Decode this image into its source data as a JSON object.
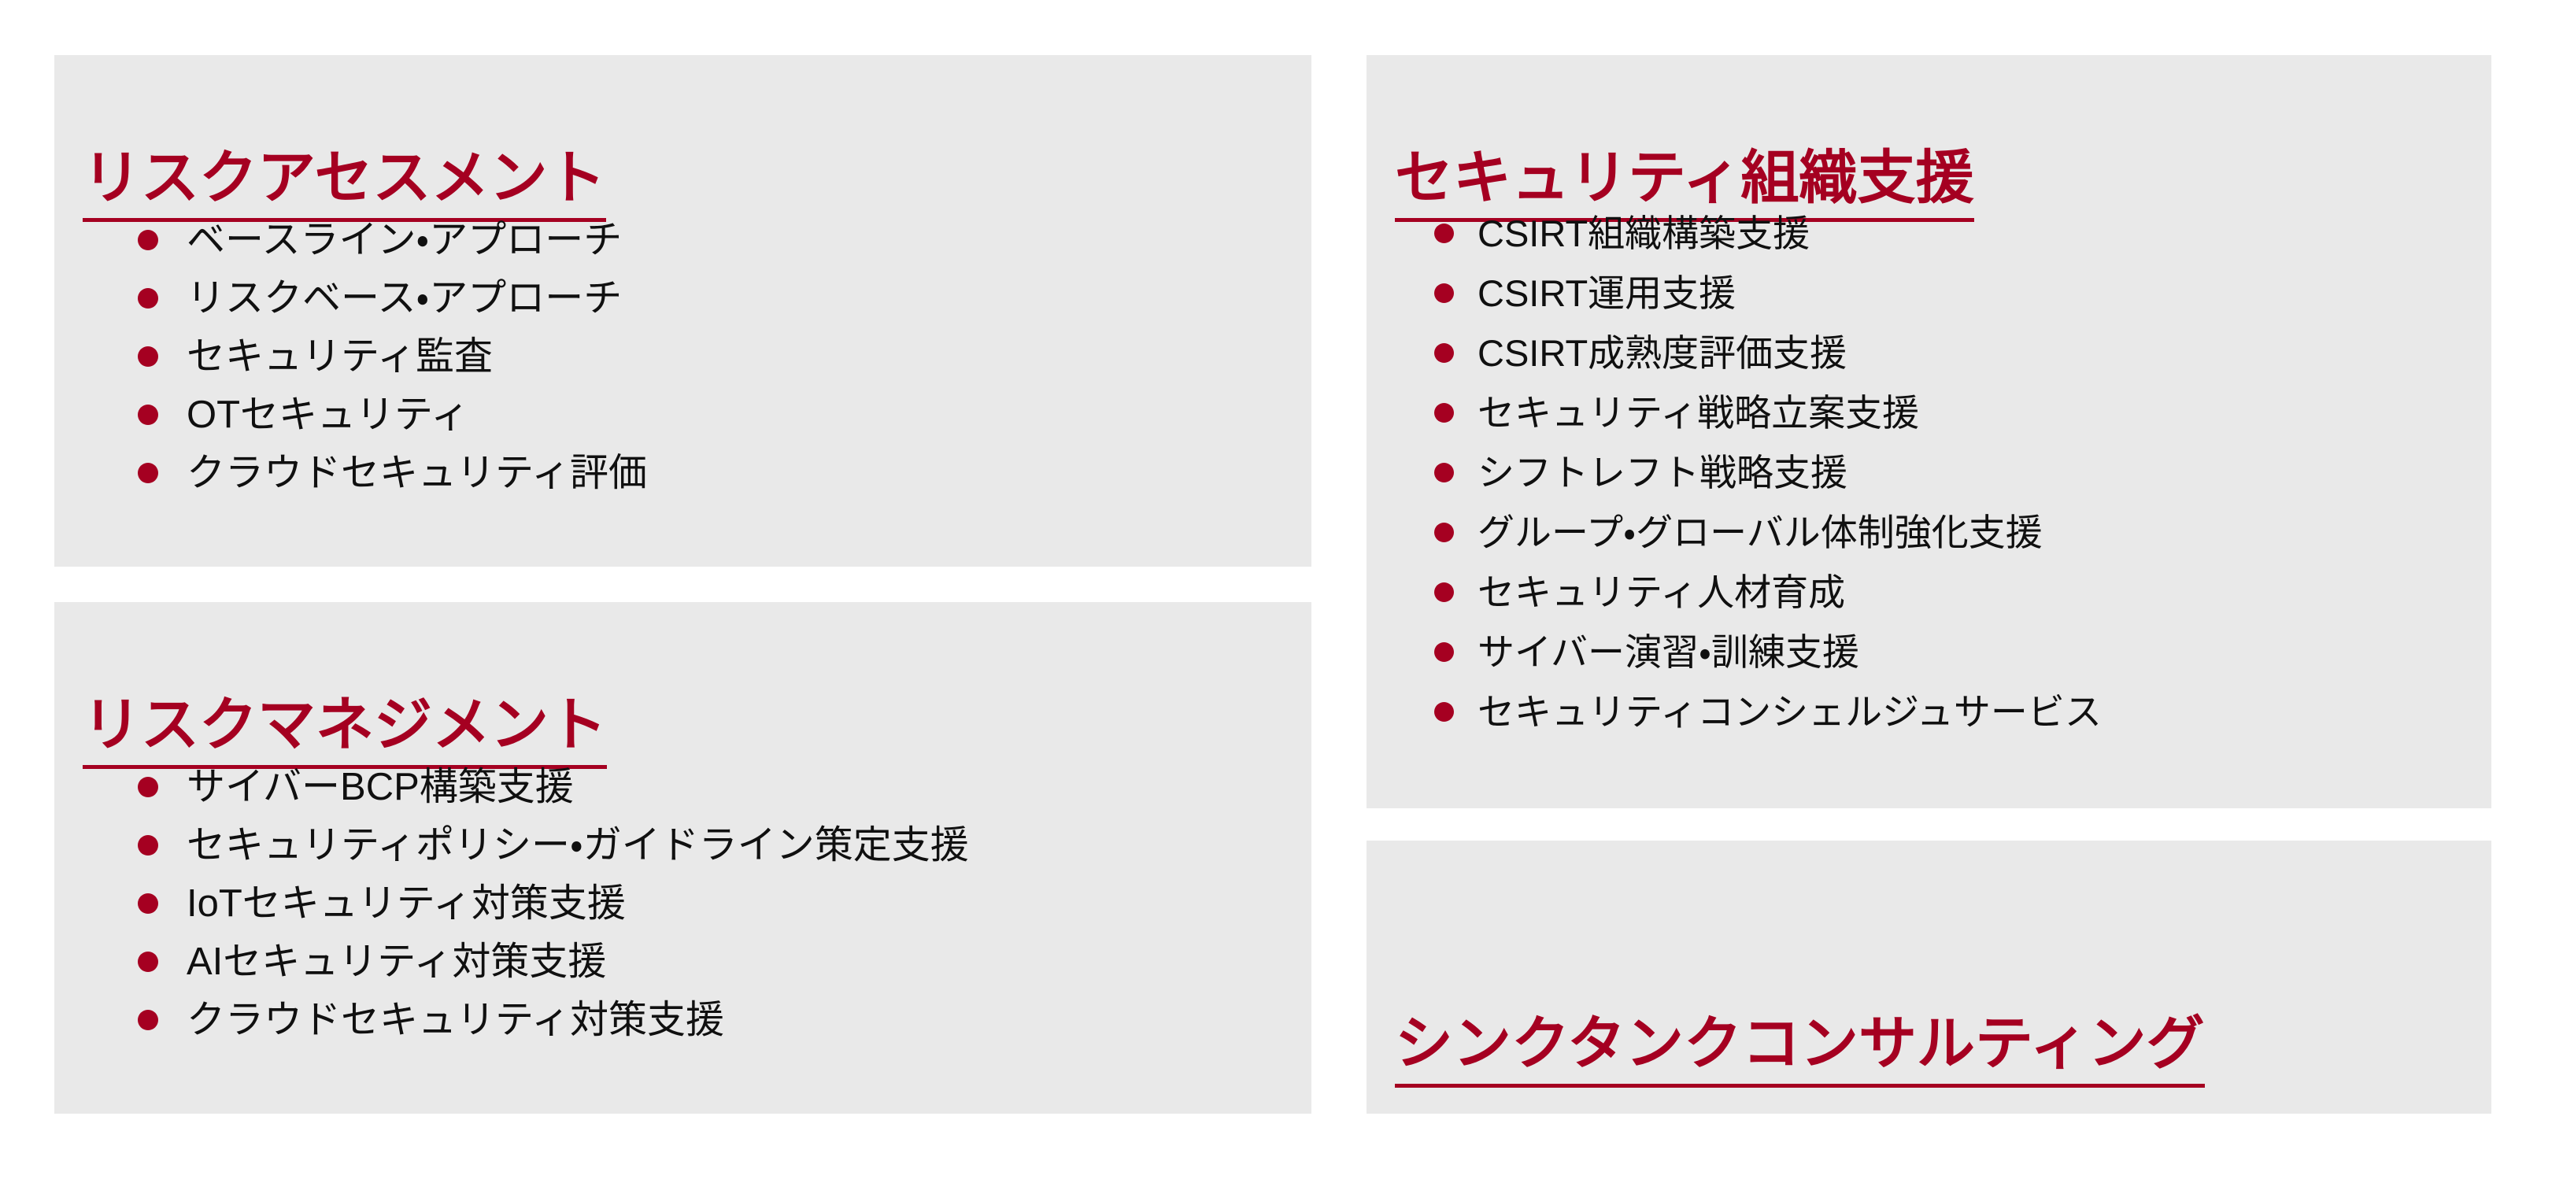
{
  "colors": {
    "panel_background": "#E9E9E9",
    "accent_red": "#A50021",
    "text": "#101010",
    "page_background": "#FFFFFF"
  },
  "panels": [
    {
      "id": "risk-assessment",
      "heading": "リスクアセスメント",
      "items": [
        "ベースライン・アプローチ",
        "リスクベース・アプローチ",
        "セキュリティ監査",
        "OTセキュリティ",
        "クラウドセキュリティ評価"
      ]
    },
    {
      "id": "risk-management",
      "heading": "リスクマネジメント",
      "items": [
        "サイバーBCP構築支援",
        "セキュリティポリシー・ガイドライン策定支援",
        "IoTセキュリティ対策支援",
        "AIセキュリティ対策支援",
        "クラウドセキュリティ対策支援"
      ]
    },
    {
      "id": "security-organization-support",
      "heading": "セキュリティ組織支援",
      "items": [
        "CSIRT組織構築支援",
        "CSIRT運用支援",
        "CSIRT成熟度評価支援",
        "セキュリティ戦略立案支援",
        "シフトレフト戦略支援",
        "グループ・グローバル体制強化支援",
        "セキュリティ人材育成",
        "サイバー演習・訓練支援",
        "セキュリティコンシェルジュサービス"
      ]
    },
    {
      "id": "think-tank-consulting",
      "heading": "シンクタンクコンサルティング",
      "items": []
    }
  ]
}
